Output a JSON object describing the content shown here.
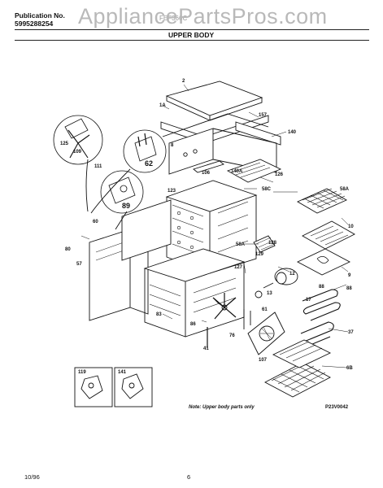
{
  "header": {
    "publication_label": "Publication No.",
    "publication_number": "5995288254",
    "model": "FEF366C",
    "watermark": "AppliancePartsPros.com",
    "section_title": "UPPER BODY"
  },
  "callouts": {
    "c2": "2",
    "c1a": "1A",
    "c157": "157",
    "c140": "140",
    "c125": "125",
    "c109": "109",
    "c111": "111",
    "c62": "62",
    "c8": "8",
    "c106": "106",
    "c140a": "140A",
    "c126": "126",
    "c58c": "58C",
    "c58a": "58A",
    "c123": "123",
    "c89": "89",
    "c10": "10",
    "c80": "80",
    "c60": "60",
    "c128": "128",
    "c129": "129",
    "c57": "57",
    "c9": "9",
    "c127": "127",
    "c12": "12",
    "c88": "88",
    "c88b": "88",
    "c58a2": "58A",
    "c13": "13",
    "c17": "17",
    "c83": "83",
    "c61": "61",
    "c86": "86",
    "c76": "76",
    "c37": "37",
    "c41": "41",
    "c107": "107",
    "c6b": "6B",
    "c119": "119",
    "c141": "141"
  },
  "note": "Note: Upper body parts only",
  "figure_code": "P23V0042",
  "footer": {
    "date": "10/96",
    "page": "6"
  }
}
